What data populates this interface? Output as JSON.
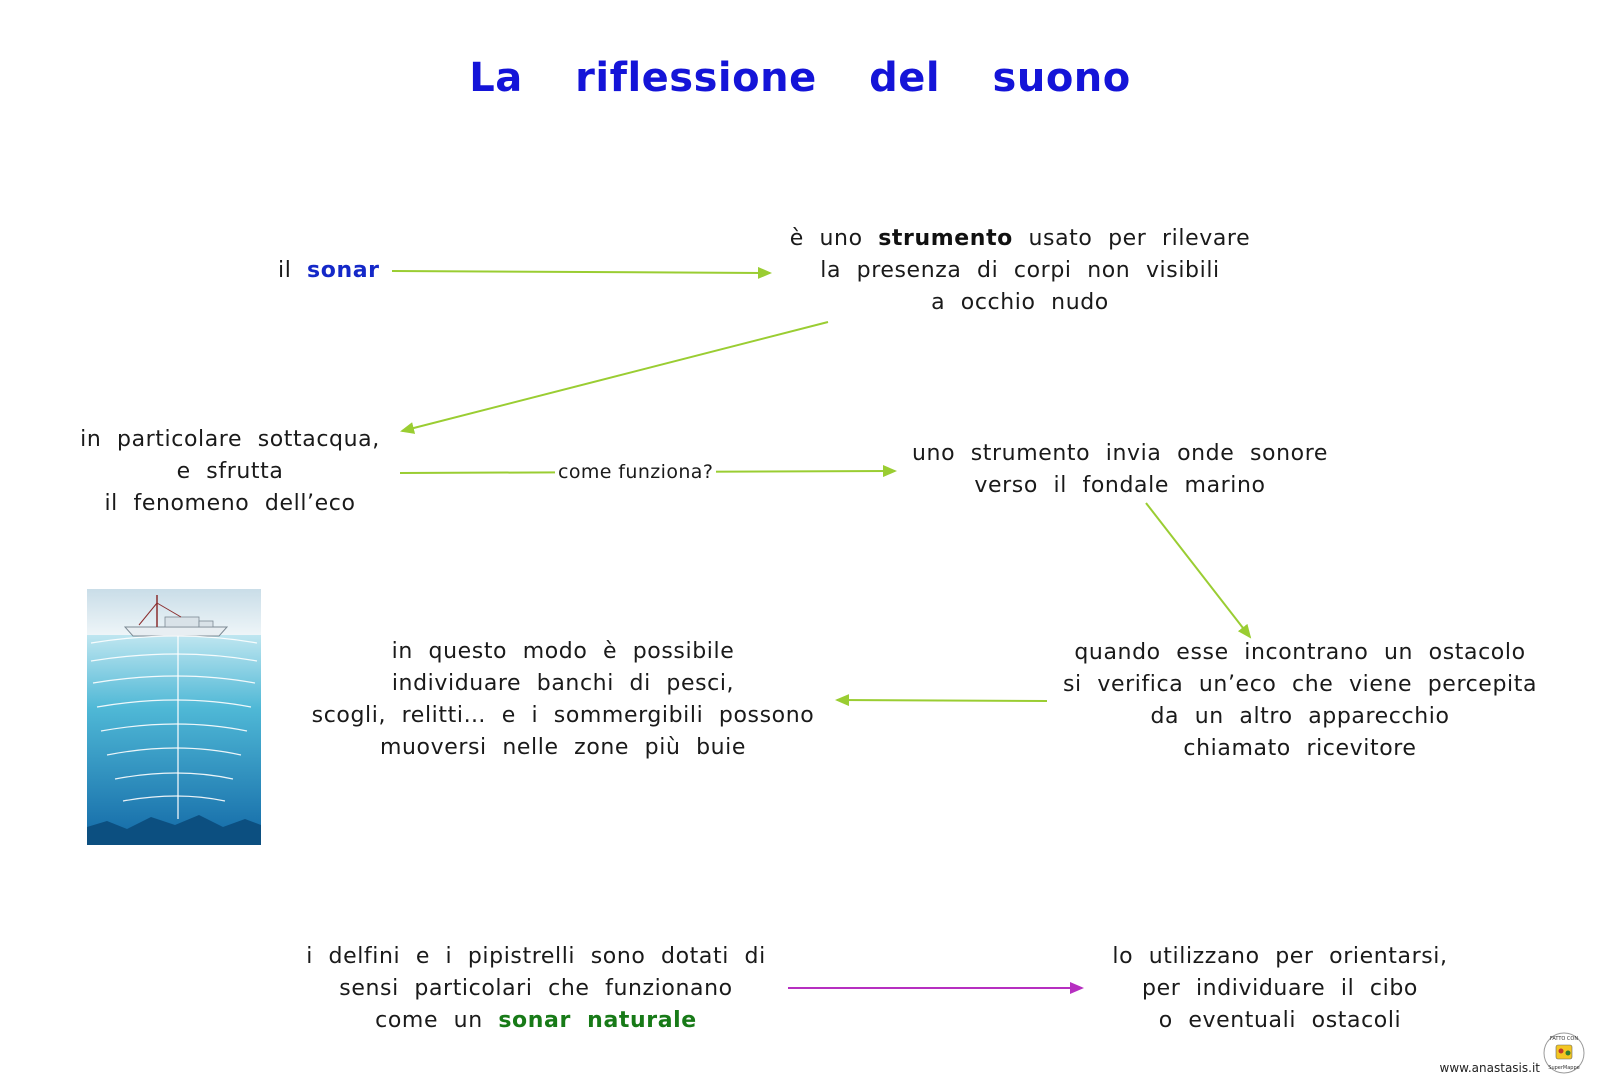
{
  "title": "La riflessione del suono",
  "nodes": {
    "sonar": {
      "prefix": "il",
      "keyword": "sonar"
    },
    "strumento": {
      "line1_pre": "è uno",
      "line1_kw": "strumento",
      "line1_post": "usato per rilevare",
      "line2": "la presenza di corpi non visibili",
      "line3": "a occhio nudo"
    },
    "sottacqua": {
      "line1": "in particolare sottacqua,",
      "line2": "e sfrutta",
      "line3": "il fenomeno dell’eco"
    },
    "onde": {
      "line1": "uno strumento invia onde sonore",
      "line2": "verso il fondale marino"
    },
    "ostacolo": {
      "line1": "quando esse incontrano un ostacolo",
      "line2": "si verifica un’eco che viene percepita",
      "line3": "da un altro apparecchio",
      "line4": "chiamato ricevitore"
    },
    "modo": {
      "line1": "in questo modo è possibile",
      "line2": "individuare banchi di pesci,",
      "line3": "scogli, relitti… e i sommergibili possono",
      "line4": "muoversi nelle zone più buie"
    },
    "delfini": {
      "line1": "i delfini e i pipistrelli sono dotati di",
      "line2": "sensi particolari che funzionano",
      "line3_pre": "come un",
      "line3_kw": "sonar naturale"
    },
    "utilizzano": {
      "line1": "lo utilizzano per orientarsi,",
      "line2": "per individuare il cibo",
      "line3": "o eventuali ostacoli"
    }
  },
  "edge_labels": {
    "come_funziona": "come funziona?"
  },
  "footer": {
    "website": "www.anastasis.it",
    "badge_top": "FATTO CON",
    "badge_bottom": "SuperMappe"
  },
  "colors": {
    "title": "#1414d8",
    "keyword_blue": "#1428c8",
    "keyword_green": "#177a17",
    "arrow_green": "#9acd32",
    "arrow_purple": "#b62fc0"
  }
}
